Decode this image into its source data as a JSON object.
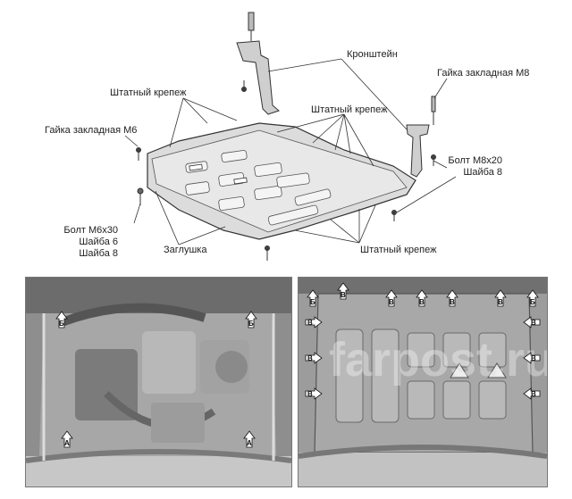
{
  "labels": {
    "bracket": "Кронштейн",
    "nut_m8": "Гайка закладная М8",
    "std_fastener_left": "Штатный крепеж",
    "std_fastener_top": "Штатный крепеж",
    "nut_m6": "Гайка закладная М6",
    "bolt_m8_line1": "Болт М8х20",
    "bolt_m8_line2": "Шайба 8",
    "bolt_m6_line1": "Болт М6х30",
    "bolt_m6_line2": "Шайба 6",
    "bolt_m6_line3": "Шайба 8",
    "plug": "Заглушка",
    "std_fastener_bottom": "Штатный крепеж"
  },
  "photo_left": {
    "markers": [
      "Б",
      "Б",
      "А",
      "А"
    ]
  },
  "photo_right": {
    "markers_top": [
      "Б",
      "В",
      "В",
      "В",
      "В",
      "В",
      "Б"
    ],
    "markers_side": [
      "В",
      "В",
      "В",
      "В",
      "В",
      "В"
    ],
    "watermark": "farpost.ru"
  },
  "colors": {
    "line": "#333333",
    "plate_fill": "#d9d9d9",
    "photo_bg": "#9a9a9a"
  }
}
